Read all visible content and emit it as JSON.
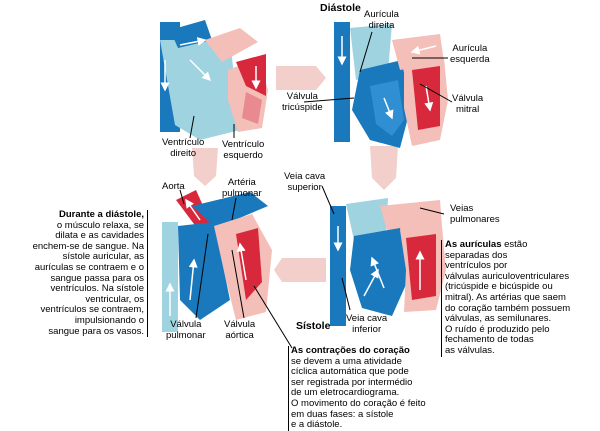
{
  "titles": {
    "diastole": "Diástole",
    "sistole": "Sístole"
  },
  "labels": {
    "auricula_direita": [
      "Aurícula",
      "direita"
    ],
    "auricula_esquerda": [
      "Aurícula",
      "esquerda"
    ],
    "valvula_tricuspide": [
      "Válvula",
      "tricúspide"
    ],
    "valvula_mitral": [
      "Válvula",
      "mitral"
    ],
    "ventriculo_direito": [
      "Ventrículo",
      "direito"
    ],
    "ventriculo_esquerdo": [
      "Ventrículo",
      "esquerdo"
    ],
    "aorta": "Aorta",
    "arteria_pulmonar": [
      "Artéria",
      "pulmonar"
    ],
    "veia_cava_superior": [
      "Veia cava",
      "superior"
    ],
    "veias_pulmonares": [
      "Veias",
      "pulmonares"
    ],
    "valvula_pulmonar": [
      "Válvula",
      "pulmonar"
    ],
    "valvula_aortica": [
      "Válvula",
      "aórtica"
    ],
    "veia_cava_inferior": [
      "Veia cava",
      "inferior"
    ]
  },
  "paragraphs": {
    "diastole": {
      "bold": "Durante a diástole,",
      "lines": [
        "o músculo relaxa, se",
        "dilata e as cavidades",
        "enchem-se de sangue. Na",
        "sístole auricular, as",
        "aurículas se contraem e o",
        "sangue passa para os",
        "ventrículos. Na sístole",
        "ventricular, os",
        "ventrículos se contraem,",
        "impulsionando o",
        "sangue para os vasos."
      ]
    },
    "auriculas": {
      "bold": "As aurículas",
      "first": " estão",
      "lines": [
        "separadas dos",
        "ventrículos por",
        "válvulas auriculoventriculares",
        "(tricúspide e bicúspide ou",
        "mitral). As artérias que saem",
        "do coração também possuem",
        "válvulas, as semilunares.",
        "O ruído é produzido pelo",
        "fechamento de todas",
        "as válvulas."
      ]
    },
    "contracoes": {
      "bold": "As contrações do coração",
      "lines": [
        "se devem a uma atividade",
        "cíclica automática que pode",
        "ser registrada por intermédio",
        "de um eletrocardiograma.",
        "O movimento do coração é feito",
        "em duas fases: a sístole",
        "e a diástole."
      ]
    }
  },
  "colors": {
    "venous": "#1a78bd",
    "venous_light": "#9fd3df",
    "arterial": "#d8283c",
    "muscle": "#f3bfb8",
    "arrow_track": "#f2cfcb"
  }
}
